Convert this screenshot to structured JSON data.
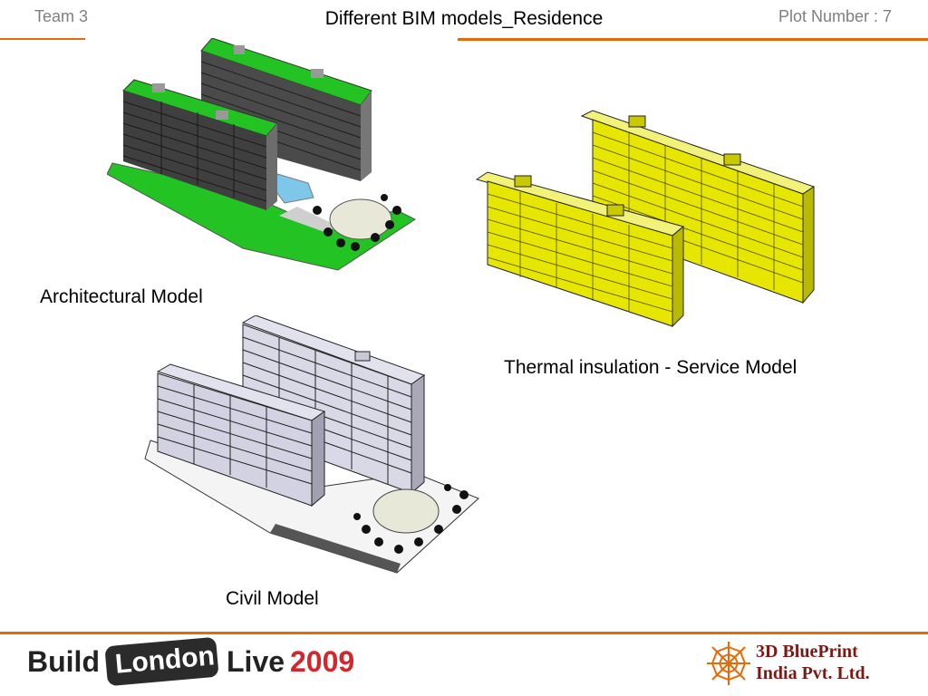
{
  "header": {
    "team": "Team  3",
    "title": "Different BIM models_Residence",
    "plot": "Plot Number : 7"
  },
  "captions": {
    "architectural": "Architectural Model",
    "thermal": "Thermal insulation - Service Model",
    "civil": "Civil Model"
  },
  "footer": {
    "build_logo": {
      "build": "Build",
      "london": "London",
      "live": "Live",
      "year": "2009"
    },
    "company_logo": {
      "line1": "3D BluePrint",
      "line2": "India Pvt. Ltd."
    }
  },
  "colors": {
    "accent": "#e36c09",
    "header_gray": "#7f7f7f",
    "arch_roof": "#22c322",
    "arch_facade": "#4a4a4a",
    "thermal_fill": "#e6e600",
    "civil_fill": "#d8d8e6",
    "logo_red": "#d4262b",
    "company_brown": "#7b1a14"
  }
}
